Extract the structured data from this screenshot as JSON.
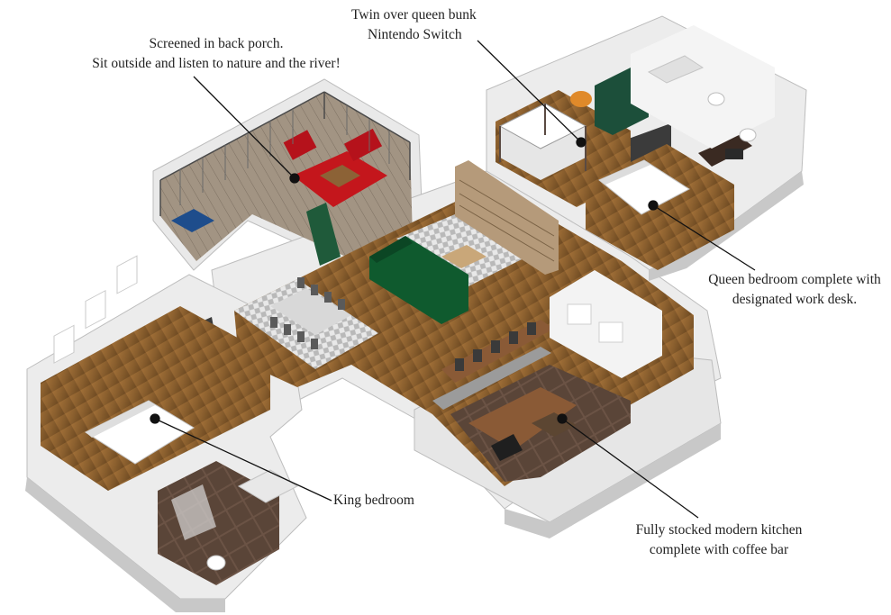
{
  "callouts": {
    "porch": {
      "lines": [
        "Screened in back porch.",
        "Sit outside and listen to nature and the river!"
      ]
    },
    "bunk": {
      "lines": [
        "Twin over queen bunk",
        "Nintendo Switch"
      ]
    },
    "queen": {
      "lines": [
        "Queen bedroom complete with",
        "designated work desk."
      ]
    },
    "king": {
      "lines": [
        "King bedroom"
      ]
    },
    "kitchen": {
      "lines": [
        "Fully stocked modern kitchen",
        "complete with coffee bar"
      ]
    }
  },
  "colors": {
    "wood_floor": "#8a5f2e",
    "wall": "#efefef",
    "wall_shadow": "#c8c8c8",
    "porch_deck": "#9a8c7c",
    "red_rug": "#c4161c",
    "green_sofa": "#0f5a2e",
    "tile": "#6b5345",
    "line": "#111111"
  }
}
